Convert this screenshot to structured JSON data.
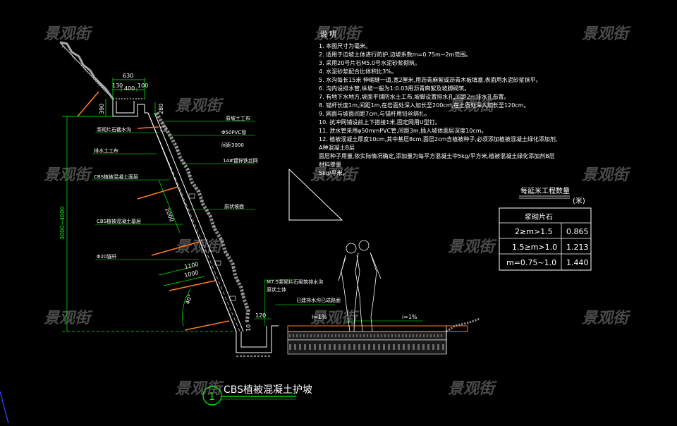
{
  "watermark": "景观街",
  "notes": {
    "title": "说 明",
    "lines": [
      "1. 本图尺寸为毫米。",
      "2. 适用于边坡土体进行防护,边坡系数m=0.75m~2m范围。",
      "3. 采用20号片石M5.0号水泥砂浆砌筑。",
      "4. 水泥砂浆配合比体积比3%。",
      "5. 水沟每长15米 伸缩缝一道,宽2厘米,用沥青麻絮或沥青木板填塞,表面用水泥砂浆抹平。",
      "6. 沟内设排水管,纵坡一般为1:0.03用沥青麻絮及坡脚砌筑。",
      "7. 有地下水地方,坡面平铺防水土工布,坡脚设置排水孔,间距2m排水孔布置。",
      "8. 锚杆长度1m,间距1m,在岩面处深入加长至200cm,在土质处深入加长至120cm。",
      "9. 网面与坡面间距7cm,与锚杆用铅丝绑扎。",
      "10. 抗冲网铺设前上下搭接1米,固定网用U型钉。",
      "11. 泄水管采用φ50mmPVC管,间距3m,插入坡体面层深度10cm。",
      "12. 植被混凝土厚度10cm,其中基层8cm,面层2cm含植被种子,必须添加植被混凝土绿化添加剂,",
      "   A种混凝土B层",
      "   面层种子用量,依实际情况确定,添加量为每平方混凝土中5kg/平方米,植被混凝土绿化添加剂B层",
      "   材料掺量",
      "   5kg/平米。"
    ]
  },
  "table": {
    "title": "每延米工程数量",
    "unit": "(米)",
    "header": "浆砌片石",
    "rows": [
      {
        "range": "2≥m>1.5",
        "value": "0.865"
      },
      {
        "range": "1.5≥m>1.0",
        "value": "1.213"
      },
      {
        "range": "m=0.75~1.0",
        "value": "1.440"
      }
    ]
  },
  "drawing": {
    "caption_number": "1",
    "caption": "CBS植被混凝土护坡",
    "dims": {
      "top_total": "630",
      "top_left": "130",
      "top_mid": "400",
      "top_right": "100",
      "side_small": "390",
      "side_small2": "280",
      "height_total": "3000~4000",
      "slope_len": "2000",
      "anchor_a": "1100",
      "anchor_b": "1000",
      "angle": "40°",
      "base_w": "120",
      "base_small": "10",
      "slope_pct_1": "i=1%",
      "slope_pct_2": "i=1%"
    },
    "labels": {
      "left": [
        "浆砌片石截水沟",
        "排水土工布",
        "CBS植被混凝土面层",
        "CBS植被混凝土基层",
        "Φ20锚杆"
      ],
      "right": [
        "原坡土工布",
        "Φ50PVC管",
        "间距3000",
        "14#镀锌铁丝网",
        "原状坡面"
      ],
      "bottom": [
        "M7.5浆砌片石砌筑排水沟",
        "原状土体",
        "已建排水沟已成路面"
      ]
    }
  }
}
